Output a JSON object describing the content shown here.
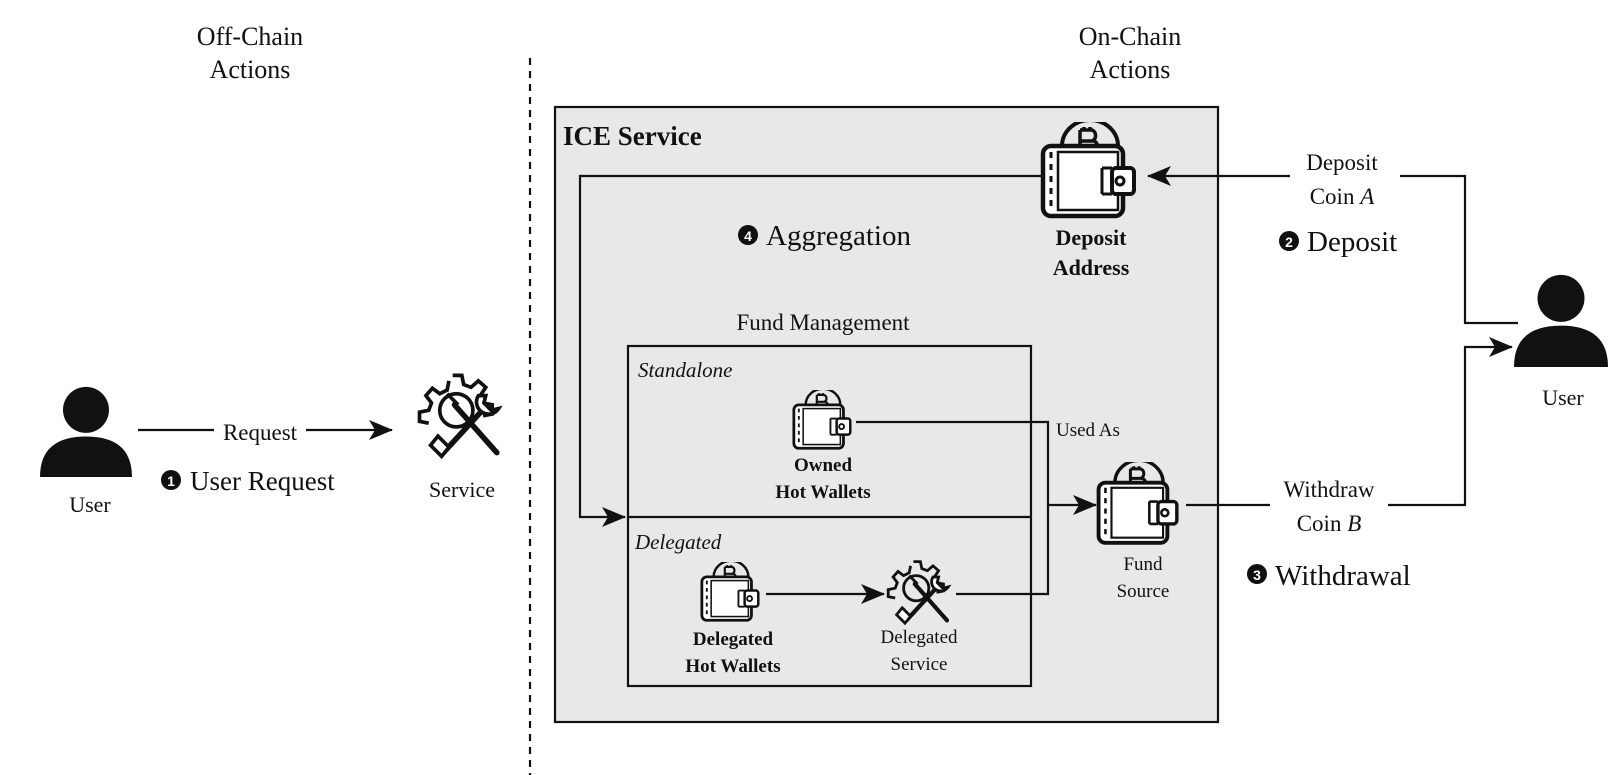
{
  "header": {
    "offchain": [
      "Off-Chain",
      "Actions"
    ],
    "onchain": [
      "On-Chain",
      "Actions"
    ]
  },
  "ice": {
    "title": "ICE Service"
  },
  "deposit_address": [
    "Deposit",
    "Address"
  ],
  "steps": {
    "aggregation": {
      "num": "4",
      "label": "Aggregation"
    },
    "deposit": {
      "num": "2",
      "label": "Deposit"
    },
    "withdrawal": {
      "num": "3",
      "label": "Withdrawal"
    },
    "user_request": {
      "num": "1",
      "label": "User Request"
    }
  },
  "deposit_edge": {
    "line1": "Deposit",
    "line2_prefix": "Coin ",
    "line2_var": "A"
  },
  "withdraw_edge": {
    "line1": "Withdraw",
    "line2_prefix": "Coin ",
    "line2_var": "B"
  },
  "fund_management": {
    "title": "Fund Management",
    "standalone": "Standalone",
    "delegated": "Delegated",
    "owned_wallets": [
      "Owned",
      "Hot Wallets"
    ],
    "delegated_wallets": [
      "Delegated",
      "Hot Wallets"
    ],
    "delegated_service": [
      "Delegated",
      "Service"
    ]
  },
  "used_as": "Used As",
  "fund_source": [
    "Fund",
    "Source"
  ],
  "left_user": "User",
  "right_user": "User",
  "request_label": "Request",
  "service": "Service",
  "colors": {
    "ice_bg": "#e8e8e8",
    "stroke": "#111111",
    "background": "#ffffff"
  },
  "icons": [
    "user-icon",
    "service-gear-wrench-icon",
    "bitcoin-wallet-icon"
  ]
}
